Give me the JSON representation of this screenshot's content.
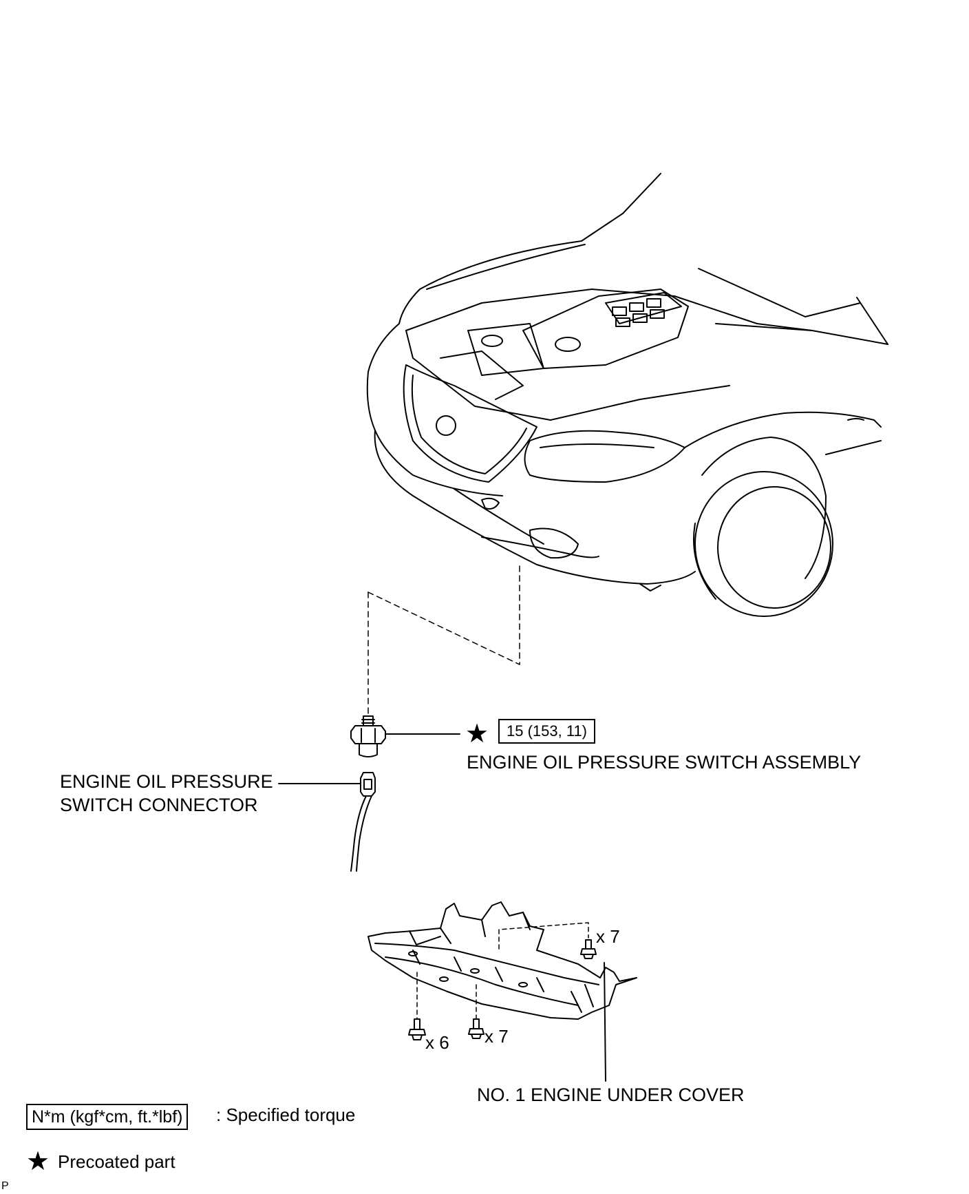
{
  "labels": {
    "switch_assembly": "ENGINE OIL PRESSURE SWITCH ASSEMBLY",
    "connector_line1": "ENGINE OIL PRESSURE",
    "connector_line2": "SWITCH CONNECTOR",
    "under_cover": "NO. 1 ENGINE UNDER COVER"
  },
  "torque": {
    "value": "15 (153, 11)"
  },
  "fastener_counts": {
    "upper_right": "x 7",
    "lower_left": "x 6",
    "lower_middle": "x 7"
  },
  "legend": {
    "torque_unit_box": "N*m (kgf*cm, ft.*lbf)",
    "torque_desc": ": Specified torque",
    "precoated_desc": "Precoated part"
  },
  "footer": {
    "corner_mark": "P"
  },
  "icons": {
    "star": "★"
  }
}
